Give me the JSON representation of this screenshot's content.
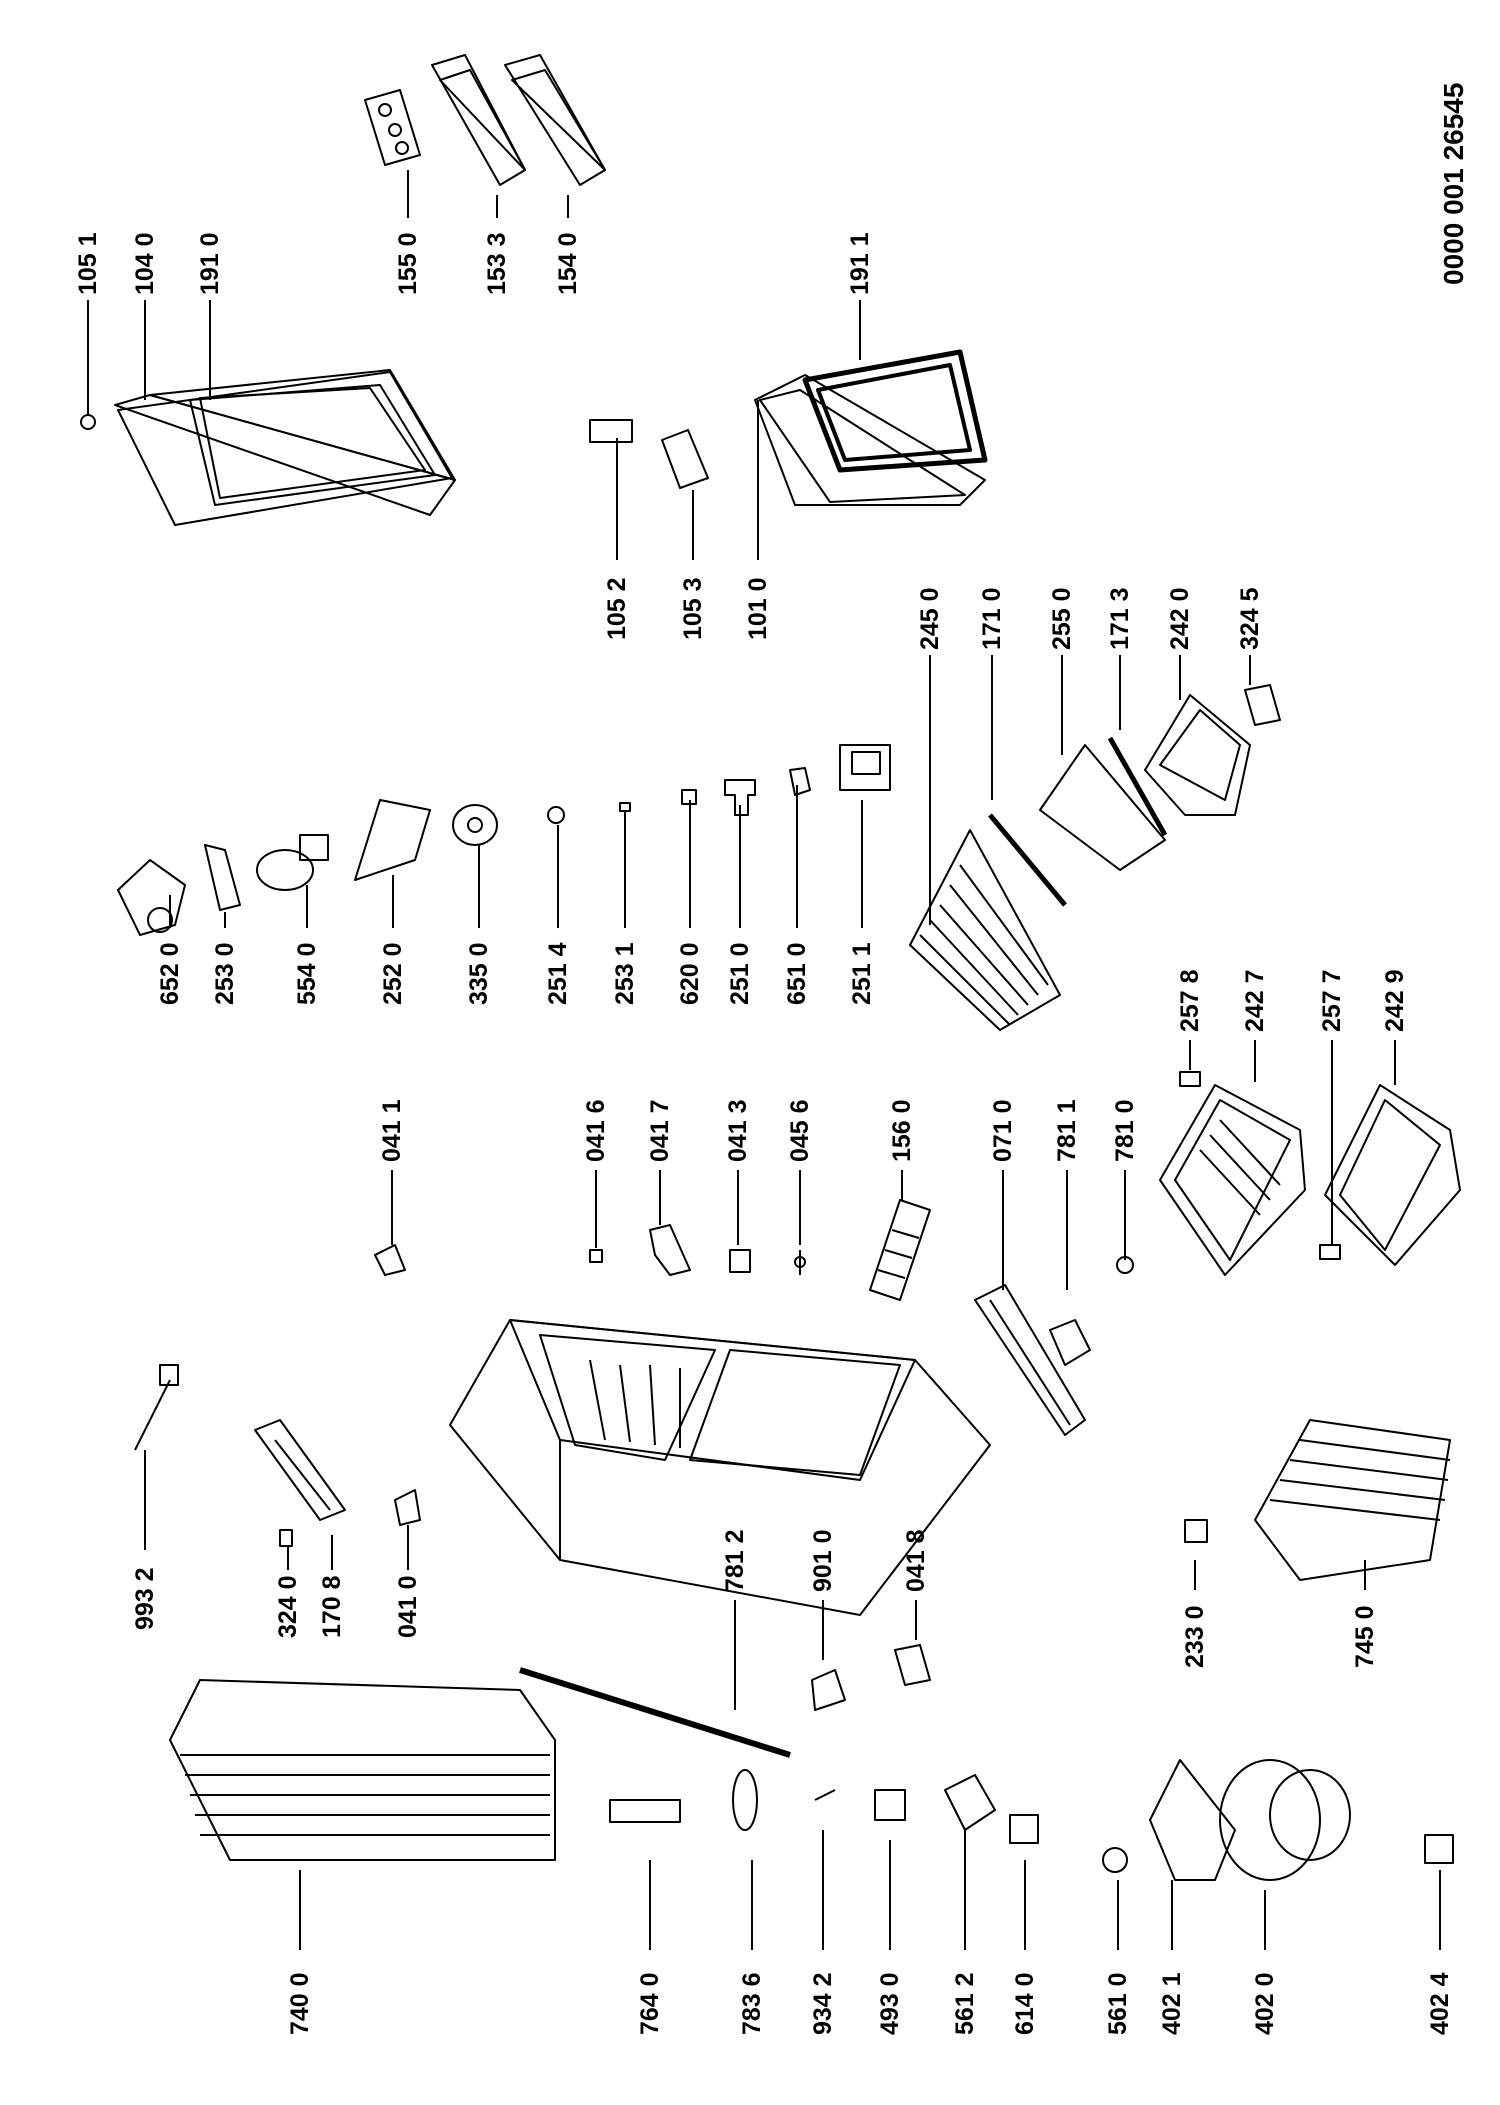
{
  "document_number": "0000 001 26545",
  "labels": {
    "p1051": "105 1",
    "p1040": "104 0",
    "p1910": "191 0",
    "p1550": "155 0",
    "p1533": "153 3",
    "p1540": "154 0",
    "p1911": "191 1",
    "p1052": "105 2",
    "p1053": "105 3",
    "p1010": "101 0",
    "p2450": "245 0",
    "p1710": "171 0",
    "p2550": "255 0",
    "p1713": "171 3",
    "p2420": "242 0",
    "p3245": "324 5",
    "p6520": "652 0",
    "p2530": "253 0",
    "p5540": "554 0",
    "p2520": "252 0",
    "p3350": "335 0",
    "p2514": "251 4",
    "p2531": "253 1",
    "p6200": "620 0",
    "p2510": "251 0",
    "p6510": "651 0",
    "p2511": "251 1",
    "p2578": "257 8",
    "p2427": "242 7",
    "p2577": "257 7",
    "p2429": "242 9",
    "p0411": "041 1",
    "p0416": "041 6",
    "p0417": "041 7",
    "p0413": "041 3",
    "p0456": "045 6",
    "p1560": "156 0",
    "p0710": "071 0",
    "p7811": "781 1",
    "p7810": "781 0",
    "p9932": "993 2",
    "p3240": "324 0",
    "p1708": "170 8",
    "p0410": "041 0",
    "p7812": "781 2",
    "p9010": "901 0",
    "p0418": "041 8",
    "p2330": "233 0",
    "p7450": "745 0",
    "p7400": "740 0",
    "p7640": "764 0",
    "p7836": "783 6",
    "p9342": "934 2",
    "p4930": "493 0",
    "p5612": "561 2",
    "p6140": "614 0",
    "p5610": "561 0",
    "p4021": "402 1",
    "p4020": "402 0",
    "p4024": "402 4"
  }
}
